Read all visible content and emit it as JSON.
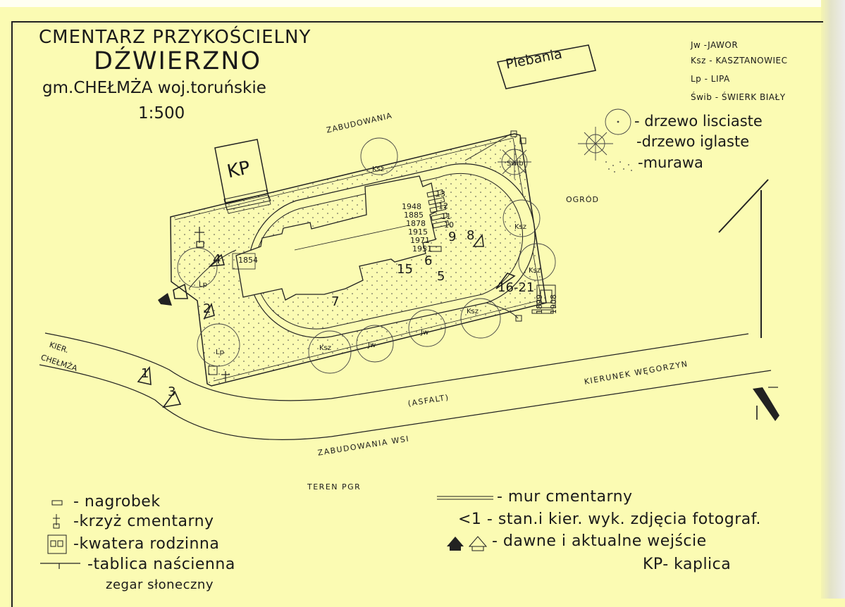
{
  "header": {
    "line1": "CMENTARZ PRZYKOŚCIELNY",
    "line2": "DŹWIERZNO",
    "line3": "gm.CHEŁMŻA woj.toruńskie",
    "scale": "1:500"
  },
  "abbreviations": [
    "Jw -JAWOR",
    "Ksz - KASZTANOWIEC",
    "Lp - LIPA",
    "Świb - ŚWIERK BIAŁY"
  ],
  "legend_right": [
    {
      "icon": "deciduous-tree-icon",
      "text": "- drzewo lisciaste"
    },
    {
      "icon": "conifer-tree-icon",
      "text": "-drzewo iglaste"
    },
    {
      "icon": "lawn-icon",
      "text": "-murawa"
    }
  ],
  "legend_bottom_left": [
    {
      "icon": "gravestone-icon",
      "text": "- nagrobek"
    },
    {
      "icon": "cross-icon",
      "text": "-krzyż cmentarny"
    },
    {
      "icon": "family-plot-icon",
      "text": "-kwatera rodzinna"
    },
    {
      "icon": "wall-plaque-icon",
      "text": "-tablica naścienna"
    },
    {
      "icon": "sundial-icon",
      "text": "zegar słoneczny"
    }
  ],
  "legend_bottom_right": [
    {
      "icon": "cemetery-wall-icon",
      "text": "- mur cmentarny"
    },
    {
      "icon": "photo-station-icon",
      "text": "<1 - stan.i kier. wyk. zdjęcia fotograf."
    },
    {
      "icon": "entrance-icon",
      "text": "- dawne i aktualne wejście"
    },
    {
      "icon": "",
      "text": "KP- kaplica"
    }
  ],
  "map_labels": {
    "parsonage": "Plebania",
    "chapel": "KP",
    "buildings_top": "ZABUDOWANIA",
    "garden": "OGRÓD",
    "direction_chelmza_1": "KIER.",
    "direction_chelmza_2": "CHEŁMŻA",
    "direction_wegorzyn": "KIERUNEK WĘGORZYN",
    "asphalt": "(ASFALT)",
    "village_buildings": "ZABUDOWANIA WSI",
    "pgr": "TEREN PGR"
  },
  "trees": [
    "Ksz",
    "Świb",
    "Ksz",
    "Ksz",
    "Lp",
    "Lp",
    "Ksz",
    "Jw",
    "Jw",
    "Ksz"
  ],
  "photo_stations": [
    "1",
    "2",
    "3",
    "4",
    "5",
    "6",
    "7",
    "8",
    "9",
    "10",
    "11",
    "12",
    "13",
    "15",
    "16-21"
  ],
  "years": [
    "1854",
    "1948",
    "1885",
    "1878",
    "1915",
    "1971",
    "1951",
    "1899",
    "1908"
  ]
}
